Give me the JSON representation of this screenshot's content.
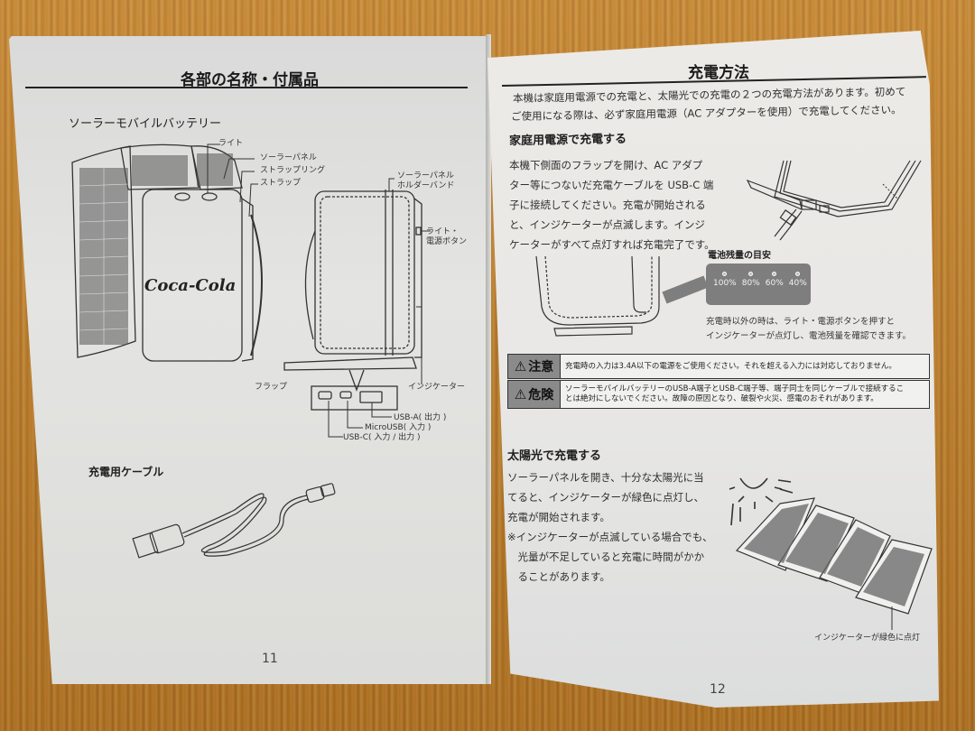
{
  "left_page": {
    "title": "各部の名称・付属品",
    "section_battery": "ソーラーモバイルバッテリー",
    "logo_text": "Coca-Cola",
    "labels": {
      "light": "ライト",
      "solar_panel": "ソーラーパネル",
      "strap_ring": "ストラップリング",
      "strap": "ストラップ",
      "holder_band_line1": "ソーラーパネル",
      "holder_band_line2": "ホルダーバンド",
      "power_button_line1": "ライト・",
      "power_button_line2": "電源ボタン",
      "flap": "フラップ",
      "indicator": "インジケーター",
      "usb_a": "USB-A( 出力 )",
      "micro_usb": "MicroUSB( 入力 )",
      "usb_c": "USB-C( 入力 / 出力 )"
    },
    "section_cable": "充電用ケーブル",
    "page_number": "11"
  },
  "right_page": {
    "title": "充電方法",
    "intro_line1": "本機は家庭用電源での充電と、太陽光での充電の２つの充電方法があります。初めて",
    "intro_line2": "ご使用になる際は、必ず家庭用電源（AC アダプターを使用）で充電してください。",
    "home": {
      "heading": "家庭用電源で充電する",
      "lines": [
        "本機下側面のフラップを開け、AC アダプ",
        "ター等につないだ充電ケーブルを USB-C 端",
        "子に接続してください。充電が開始される",
        "と、インジケーターが点滅します。インジ",
        "ケーターがすべて点灯すれば充電完了です。"
      ]
    },
    "battery_level": {
      "heading": "電池残量の目安",
      "levels": [
        "100%",
        "80%",
        "60%",
        "40%"
      ],
      "note_line1": "充電時以外の時は、ライト・電源ボタンを押すと",
      "note_line2": "インジケーターが点灯し、電池残量を確認できます。"
    },
    "caution": {
      "tag": "注意",
      "text": "充電時の入力は3.4A以下の電源をご使用ください。それを超える入力には対応しておりません。"
    },
    "danger": {
      "tag": "危険",
      "text_line1": "ソーラーモバイルバッテリーのUSB-A端子とUSB-C端子等、端子同士を同じケーブルで接続するこ",
      "text_line2": "とは絶対にしないでください。故障の原因となり、破裂や火災、感電のおそれがあります。"
    },
    "solar": {
      "heading": "太陽光で充電する",
      "lines": [
        "ソーラーパネルを開き、十分な太陽光に当",
        "てると、インジケーターが緑色に点灯し、",
        "充電が開始されます。"
      ],
      "note_lines": [
        "※インジケーターが点滅している場合でも、",
        "　光量が不足していると充電に時間がかか",
        "　ることがあります。"
      ],
      "indicator_caption": "インジケーターが緑色に点灯"
    },
    "page_number": "12"
  },
  "colors": {
    "wood": "#b87a2a",
    "paper": "#e6e6e4",
    "ink": "#2a2a2a",
    "warning_tag_gray": "#8a8a8a",
    "battery_box_gray": "#7e7e7e"
  }
}
